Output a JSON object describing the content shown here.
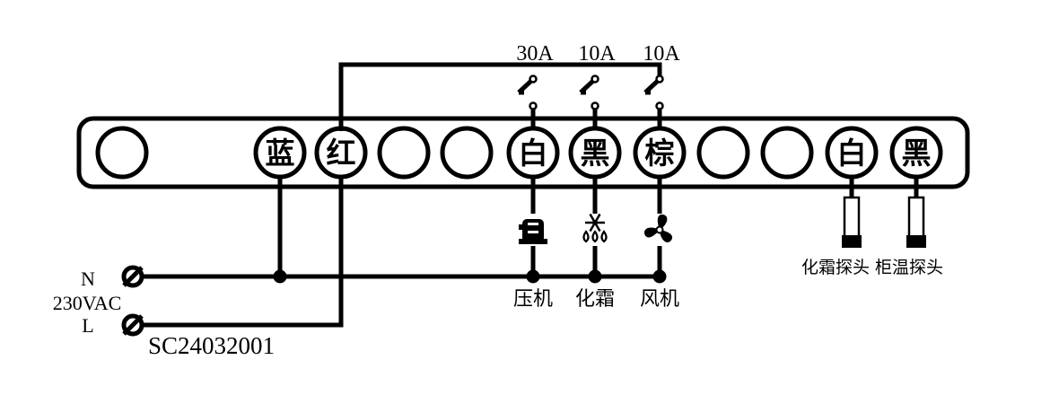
{
  "terminals": [
    {
      "label": ""
    },
    {
      "label": "蓝"
    },
    {
      "label": "红"
    },
    {
      "label": ""
    },
    {
      "label": ""
    },
    {
      "label": "白"
    },
    {
      "label": "黑"
    },
    {
      "label": "棕"
    },
    {
      "label": ""
    },
    {
      "label": ""
    },
    {
      "label": "白"
    },
    {
      "label": "黑"
    }
  ],
  "relays": [
    {
      "rating": "30A",
      "load": "压机",
      "icon": "compressor-icon"
    },
    {
      "rating": "10A",
      "load": "化霜",
      "icon": "defrost-icon"
    },
    {
      "rating": "10A",
      "load": "风机",
      "icon": "fan-icon"
    }
  ],
  "power": {
    "neutral": "N",
    "voltage": "230VAC",
    "line": "L"
  },
  "probes": [
    {
      "label": "化霜探头",
      "icon": "probe-icon"
    },
    {
      "label": "柜温探头",
      "icon": "probe-icon"
    }
  ],
  "model": "SC24032001",
  "colors": {
    "line": "#000000",
    "background": "#ffffff"
  }
}
